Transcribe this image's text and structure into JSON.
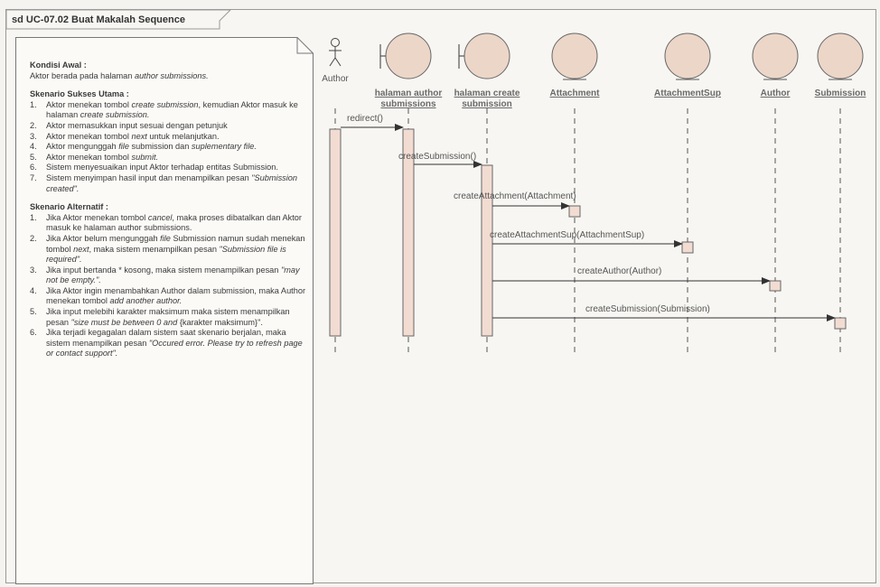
{
  "diagram_title": "sd UC-07.02  Buat Makalah Sequence",
  "note": {
    "precondition_heading": "Kondisi Awal :",
    "precondition_text": "Aktor berada pada halaman",
    "precondition_italic": "author submissions.",
    "main_heading": "Skenario Sukses Utama :",
    "main_steps": [
      {
        "n": "1.",
        "parts": [
          [
            "Aktor menekan tombol ",
            false
          ],
          [
            "create submission",
            true
          ],
          [
            ", kemudian Aktor masuk ke halaman ",
            false
          ],
          [
            "create submission.",
            true
          ]
        ]
      },
      {
        "n": "2.",
        "parts": [
          [
            "Aktor memasukkan input sesuai dengan petunjuk",
            false
          ]
        ]
      },
      {
        "n": "3.",
        "parts": [
          [
            "Aktor menekan tombol ",
            false
          ],
          [
            "next",
            true
          ],
          [
            " untuk melanjutkan.",
            false
          ]
        ]
      },
      {
        "n": "4.",
        "parts": [
          [
            "Aktor mengunggah ",
            false
          ],
          [
            "file",
            true
          ],
          [
            " submission dan ",
            false
          ],
          [
            "suplementary file.",
            true
          ]
        ]
      },
      {
        "n": "5.",
        "parts": [
          [
            "Aktor menekan tombol ",
            false
          ],
          [
            "submit.",
            true
          ]
        ]
      },
      {
        "n": "6.",
        "parts": [
          [
            "Sistem menyesuaikan input Aktor terhadap entitas Submission.",
            false
          ]
        ]
      },
      {
        "n": "7.",
        "parts": [
          [
            "Sistem menyimpan hasil input dan menampilkan pesan ",
            false
          ],
          [
            "\"Submission created\".",
            true
          ]
        ]
      }
    ],
    "alt_heading": "Skenario Alternatif :",
    "alt_steps": [
      {
        "n": "1.",
        "parts": [
          [
            "Jika Aktor menekan tombol ",
            false
          ],
          [
            "cancel",
            true
          ],
          [
            ", maka proses dibatalkan dan Aktor masuk ke halaman author submissions.",
            false
          ]
        ]
      },
      {
        "n": "2.",
        "parts": [
          [
            "Jika Aktor belum mengunggah ",
            false
          ],
          [
            "file",
            true
          ],
          [
            " Submission namun sudah menekan tombol ",
            false
          ],
          [
            "next",
            true
          ],
          [
            ", maka sistem menampilkan pesan ",
            false
          ],
          [
            "\"Submission file is required\".",
            true
          ]
        ]
      },
      {
        "n": "3.",
        "parts": [
          [
            "Jika input bertanda * kosong, maka sistem menampilkan pesan  ",
            false
          ],
          [
            "\"may not be empty.\".",
            true
          ]
        ]
      },
      {
        "n": "4.",
        "parts": [
          [
            "Jika Aktor ingin menambahkan Author dalam submission, maka Author menekan tombol ",
            false
          ],
          [
            "add another author.",
            true
          ]
        ]
      },
      {
        "n": "5.",
        "parts": [
          [
            "Jika input melebihi karakter maksimum maka sistem menampilkan pesan ",
            false
          ],
          [
            "\"size must be between 0 and ",
            true
          ],
          [
            " {karakter maksimum}\".",
            false
          ]
        ]
      },
      {
        "n": "6.",
        "parts": [
          [
            "Jika terjadi kegagalan dalam sistem saat skenario berjalan, maka sistem menampilkan pesan ",
            false
          ],
          [
            "\"Occured error. Please try to refresh page or contact support\".",
            true
          ]
        ]
      }
    ]
  },
  "lifelines": [
    {
      "id": "author-actor",
      "kind": "actor",
      "label": [
        "Author"
      ]
    },
    {
      "id": "halaman-author-submissions",
      "kind": "boundary",
      "label": [
        "halaman author",
        "submissions"
      ]
    },
    {
      "id": "halaman-create-submission",
      "kind": "boundary",
      "label": [
        "halaman create",
        "submission"
      ]
    },
    {
      "id": "attachment",
      "kind": "entity",
      "label": [
        "Attachment"
      ]
    },
    {
      "id": "attachment-sup",
      "kind": "entity",
      "label": [
        "AttachmentSup"
      ]
    },
    {
      "id": "author-entity",
      "kind": "entity",
      "label": [
        "Author"
      ]
    },
    {
      "id": "submission",
      "kind": "entity",
      "label": [
        "Submission"
      ]
    }
  ],
  "messages": [
    {
      "label": "redirect()",
      "from": 0,
      "to": 1
    },
    {
      "label": "createSubmission()",
      "from": 1,
      "to": 2
    },
    {
      "label": "createAttachment(Attachment)",
      "from": 2,
      "to": 3
    },
    {
      "label": "createAttachmentSup(AttachmentSup)",
      "from": 2,
      "to": 4
    },
    {
      "label": "createAuthor(Author)",
      "from": 2,
      "to": 5
    },
    {
      "label": "createSubmission(Submission)",
      "from": 2,
      "to": 6
    }
  ]
}
